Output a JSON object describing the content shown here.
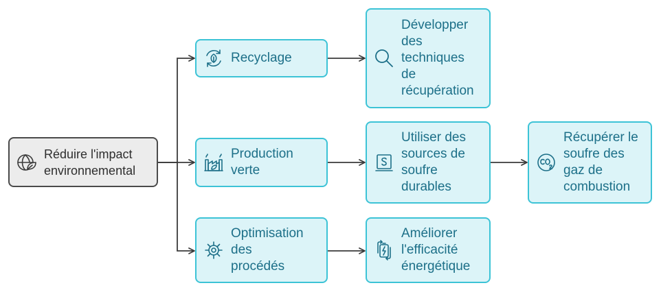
{
  "colors": {
    "accent_border": "#3cc3d6",
    "accent_fill": "#dcf4f8",
    "accent_text": "#1c6f88",
    "root_border": "#4a4a4a",
    "root_fill": "#ececec",
    "root_text": "#2e2e2e",
    "connector": "#3a3a3a"
  },
  "nodes": {
    "root": {
      "label": "Réduire l'impact\nenvironnemental",
      "icon": "globe-leaf-icon"
    },
    "recyclage": {
      "label": "Recyclage",
      "icon": "recycle-icon"
    },
    "production": {
      "label": "Production\nverte",
      "icon": "green-factory-icon"
    },
    "optimisation": {
      "label": "Optimisation\ndes\nprocédés",
      "icon": "gear-icon"
    },
    "developper": {
      "label": "Développer\ndes\ntechniques\nde\nrécupération",
      "icon": "magnifier-icon"
    },
    "utiliser": {
      "label": "Utiliser des\nsources de\nsoufre\ndurables",
      "icon": "sulfur-sign-icon"
    },
    "recuperer": {
      "label": "Récupérer le\nsoufre des\ngaz de\ncombustion",
      "icon": "co2-icon"
    },
    "ameliorer": {
      "label": "Améliorer\nl'efficacité\nénergétique",
      "icon": "battery-cycle-icon"
    }
  }
}
